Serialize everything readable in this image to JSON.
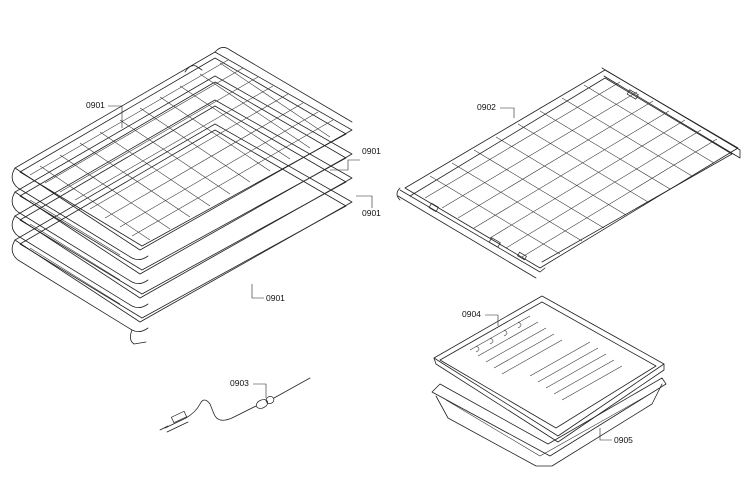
{
  "parts": {
    "rack_label_a": "0901",
    "rack_label_b": "0901",
    "rack_label_c": "0901",
    "rack_label_d": "0901",
    "sliding_rack_label": "0902",
    "probe_label": "0903",
    "broil_grid_label": "0904",
    "broil_pan_label": "0905"
  }
}
